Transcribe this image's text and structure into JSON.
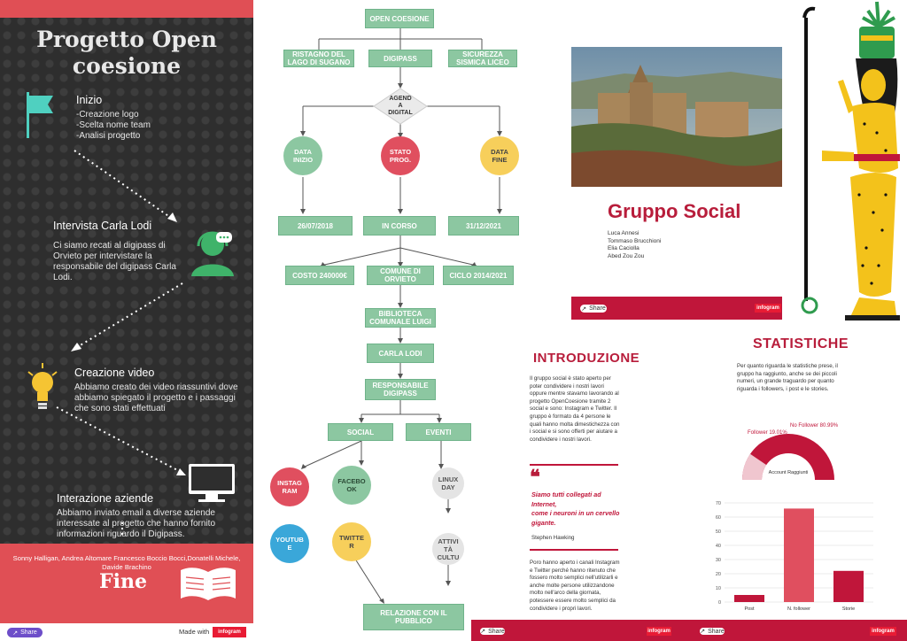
{
  "left": {
    "title": "Progetto Open coesione",
    "sections": [
      {
        "heading": "Inizio",
        "text": "-Creazione logo\n-Scelta nome team\n-Analisi progetto"
      },
      {
        "heading": "Intervista Carla Lodi",
        "text": "Ci siamo recati al digipass di Orvieto per intervistare la responsabile del digipass Carla Lodi."
      },
      {
        "heading": "Creazione video",
        "text": "Abbiamo creato dei video riassuntivi dove abbiamo spiegato il progetto e i passaggi che sono stati effettuati"
      },
      {
        "heading": "Interazione aziende",
        "text": "Abbiamo inviato email a diverse aziende interessate al progetto che hanno fornito informazioni riguardo il Digipass."
      }
    ],
    "authors": "Sonny Halligan, Andrea Altomare Francesco Boccio Bocci,Donatelli Michele, Davide Brachino",
    "fine": "Fine",
    "share": "Share",
    "made_with": "Made with",
    "infogram": "infogram"
  },
  "flow": {
    "root": "OPEN COESIONE",
    "row1": [
      "RISTAGNO DEL\nLAGO DI SUGANO",
      "DIGIPASS",
      "SICUREZZA\nSISMICA LICEO"
    ],
    "diamond": "AGEND\nA\nDIGITAL",
    "circles": [
      "DATA\nINIZIO",
      "STATO\nPROG.",
      "DATA\nFINE"
    ],
    "dates": [
      "26/07/2018",
      "IN CORSO",
      "31/12/2021"
    ],
    "row3": [
      "COSTO 240000€",
      "COMUNE DI\nORVIETO",
      "CICLO 2014/2021"
    ],
    "biblioteca": "BIBLIOTECA\nCOMUNALE LUIGI",
    "carla": "CARLA LODI",
    "responsabile": "RESPONSABILE\nDIGIPASS",
    "social": "SOCIAL",
    "eventi": "EVENTI",
    "social_circles": [
      "INSTAG\nRAM",
      "FACEBO\nOK",
      "YOUTUB\nE",
      "TWITTE\nR"
    ],
    "event_circles": [
      "LINUX\nDAY",
      "ATTIVI\nTÀ\nCULTU"
    ],
    "relazione": "RELAZIONE CON IL\nPUBBLICO",
    "colors": {
      "green": "#8cc7a1",
      "red": "#e04f5f",
      "yellow": "#f7cf5b",
      "gray": "#e4e4e4",
      "line": "#555555"
    }
  },
  "right": {
    "social_title": "Gruppo Social",
    "members": "Luca Annesi\nTommaso Brucchioni\nElia Caciolla\nAbed Zou Zou",
    "intro_title": "INTRODUZIONE",
    "intro_text": "Il gruppo social è stato aperto per poter condividere i nostri lavori oppure mentre stavamo lavorando al progetto OpenCoesione tramite 2 social e sono: Instagram e Twitter.\nIl gruppo è formato da 4 persone le quali hanno molta dimestichezza con i social e si sono offerti per aiutare a condividere i nostri lavori.",
    "quote": "Siamo tutti collegati ad Internet,\ncome i neuroni in un cervello gigante.",
    "quote_author": "Stephen Hawking",
    "intro_text2": "Poro hanno aperto i canali Instagram e Twitter perché hanno ritenuto che fossero molto semplici nell'utilizarli e anche molte persone utilizzandone molto nell'arco della giornata, potessere essere molto semplici da condividere i propri lavori.",
    "stat_title": "STATISTICHE",
    "stat_text": "Per quanto riguarda le statistiche prese, il gruppo ha raggiunto, anche se dei piccoli numeri, un grande traguardo per quanto riguarda i followers, i post e le stories.",
    "share": "Share",
    "infogram": "infogram"
  },
  "chart_data": [
    {
      "type": "pie",
      "title": "",
      "labels": [
        "Follower",
        "No Follower"
      ],
      "values": [
        19.01,
        80.99
      ],
      "label_texts": [
        "Follower 19.01%",
        "No Follower 80.99%"
      ],
      "center_label": "Account Raggiunti",
      "colors": [
        "#c0163a",
        "#f0c6cf"
      ]
    },
    {
      "type": "bar",
      "categories": [
        "Post",
        "N. follower",
        "Storie"
      ],
      "values": [
        5,
        66,
        22
      ],
      "ylim": [
        0,
        70
      ],
      "yticks": [
        0,
        10,
        20,
        30,
        40,
        50,
        60,
        70
      ],
      "grid": true,
      "colors": [
        "#c0163a",
        "#e04f5f",
        "#c0163a"
      ]
    }
  ]
}
